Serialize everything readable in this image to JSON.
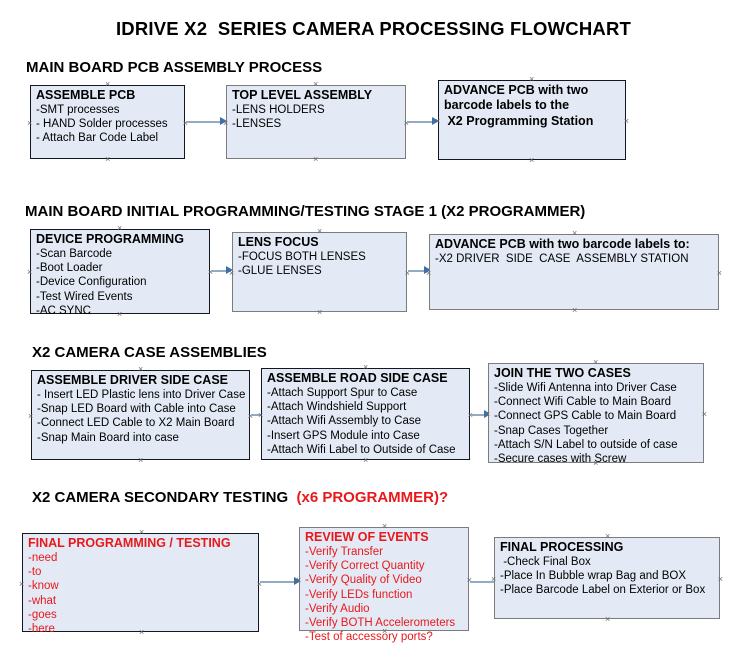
{
  "document": {
    "title": "IDRIVE X2  SERIES CAMERA PROCESSING FLOWCHART"
  },
  "colors": {
    "box_fill": "#e3eaf5",
    "box_border_black": "#12181f",
    "box_border_grey": "#7c7c7c",
    "connector": "#93aac4",
    "arrow_head": "#3f6fa8",
    "red_accent": "#e8191b",
    "text": "#000000"
  },
  "sections": [
    {
      "id": "main-board-pcb-assembly",
      "heading": "MAIN BOARD PCB ASSEMBLY PROCESS",
      "heading_red_suffix": "",
      "boxes": [
        {
          "id": "assemble-pcb",
          "title": "ASSEMBLE PCB",
          "title_color": "black",
          "border": "black",
          "lines": [
            "-SMT processes",
            "- HAND Solder processes",
            "- Attach Bar Code Label"
          ],
          "lines_bold": false
        },
        {
          "id": "top-level-assembly",
          "title": "TOP LEVEL ASSEMBLY",
          "title_color": "black",
          "border": "grey",
          "lines": [
            "-LENS HOLDERS",
            "-LENSES"
          ],
          "lines_bold": false
        },
        {
          "id": "advance-pcb-programming-station",
          "title": "ADVANCE PCB with two",
          "title_color": "black",
          "border": "black",
          "lines": [
            "barcode labels to the",
            " X2 Programming Station"
          ],
          "lines_bold": true
        }
      ]
    },
    {
      "id": "main-board-initial-programming",
      "heading": "MAIN BOARD INITIAL PROGRAMMING/TESTING STAGE 1 (X2 PROGRAMMER)",
      "heading_red_suffix": "",
      "boxes": [
        {
          "id": "device-programming",
          "title": "DEVICE PROGRAMMING",
          "title_color": "black",
          "border": "black",
          "lines": [
            "-Scan Barcode",
            "-Boot Loader",
            "-Device Configuration",
            "-Test Wired Events",
            "-AC SYNC"
          ],
          "lines_bold": false
        },
        {
          "id": "lens-focus",
          "title": "LENS FOCUS",
          "title_color": "black",
          "border": "grey",
          "lines": [
            "-FOCUS BOTH LENSES",
            "-GLUE LENSES"
          ],
          "lines_bold": false
        },
        {
          "id": "advance-pcb-driver-side-case",
          "title": "ADVANCE PCB with two barcode labels to:",
          "title_color": "black",
          "border": "grey",
          "lines": [
            "-X2 DRIVER  SIDE  CASE  ASSEMBLY STATION"
          ],
          "lines_bold": false
        }
      ]
    },
    {
      "id": "x2-camera-case-assemblies",
      "heading": "X2 CAMERA CASE ASSEMBLIES",
      "heading_red_suffix": "",
      "boxes": [
        {
          "id": "assemble-driver-side-case",
          "title": "ASSEMBLE DRIVER SIDE CASE",
          "title_color": "black",
          "border": "black",
          "lines": [
            "- Insert LED Plastic lens into Driver Case",
            "-Snap LED Board with Cable into Case",
            "-Connect LED Cable to X2 Main Board",
            "-Snap Main Board into case"
          ],
          "lines_bold": false
        },
        {
          "id": "assemble-road-side-case",
          "title": "ASSEMBLE ROAD SIDE CASE",
          "title_color": "black",
          "border": "black",
          "lines": [
            "-Attach Support Spur to Case",
            "-Attach Windshield Support",
            "-Attach Wifi Assembly to Case",
            "-Insert GPS Module into Case",
            "-Attach Wifi Label to Outside of Case"
          ],
          "lines_bold": false
        },
        {
          "id": "join-the-two-cases",
          "title": "JOIN THE TWO CASES",
          "title_color": "black",
          "border": "grey",
          "lines": [
            "-Slide Wifi Antenna into Driver Case",
            "-Connect Wifi Cable to Main Board",
            "-Connect GPS Cable to Main Board",
            "-Snap Cases Together",
            "-Attach S/N Label to outside of case",
            "-Secure cases with Screw"
          ],
          "lines_bold": false
        }
      ]
    },
    {
      "id": "x2-camera-secondary-testing",
      "heading": "X2 CAMERA SECONDARY TESTING  ",
      "heading_red_suffix": "(x6 PROGRAMMER)?",
      "boxes": [
        {
          "id": "final-programming-testing",
          "title": "FINAL PROGRAMMING / TESTING",
          "title_color": "red",
          "border": "black",
          "lines": [
            "-need",
            "-to",
            "-know",
            "-what",
            "-goes",
            "-here"
          ],
          "lines_bold": false
        },
        {
          "id": "review-of-events",
          "title": "REVIEW OF EVENTS",
          "title_color": "red",
          "border": "grey",
          "lines": [
            "-Verify Transfer",
            "-Verify Correct Quantity",
            "-Verify Quality of Video",
            "-Verify LEDs function",
            "-Verify Audio",
            "-Verify BOTH Accelerometers",
            "-Test of accessory ports?"
          ],
          "lines_bold": false
        },
        {
          "id": "final-processing",
          "title": "FINAL PROCESSING",
          "title_color": "black",
          "border": "grey",
          "lines": [
            " -Check Final Box",
            "-Place In Bubble wrap Bag and BOX",
            "-Place Barcode Label on Exterior or Box"
          ],
          "lines_bold": false
        }
      ]
    }
  ],
  "connectors": [
    {
      "id": "conn-1-1",
      "from": "assemble-pcb",
      "to": "top-level-assembly"
    },
    {
      "id": "conn-1-2",
      "from": "top-level-assembly",
      "to": "advance-pcb-programming-station"
    },
    {
      "id": "conn-2-1",
      "from": "device-programming",
      "to": "lens-focus"
    },
    {
      "id": "conn-2-2",
      "from": "lens-focus",
      "to": "advance-pcb-driver-side-case"
    },
    {
      "id": "conn-3-1",
      "from": "assemble-driver-side-case",
      "to": "assemble-road-side-case"
    },
    {
      "id": "conn-3-2",
      "from": "assemble-road-side-case",
      "to": "join-the-two-cases"
    },
    {
      "id": "conn-4-1",
      "from": "final-programming-testing",
      "to": "review-of-events"
    },
    {
      "id": "conn-4-2",
      "from": "review-of-events",
      "to": "final-processing"
    }
  ]
}
